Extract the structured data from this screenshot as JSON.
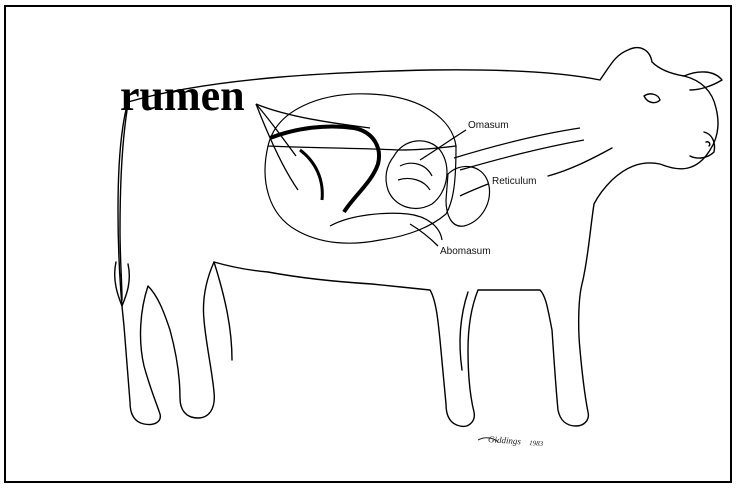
{
  "labels": {
    "rumen": "rumen",
    "omasum": "Omasum",
    "reticulum": "Reticulum",
    "abomasum": "Abomasum"
  },
  "signature": {
    "name": "Giddings",
    "year": "1983"
  },
  "colors": {
    "line": "#000000",
    "background": "#ffffff"
  }
}
